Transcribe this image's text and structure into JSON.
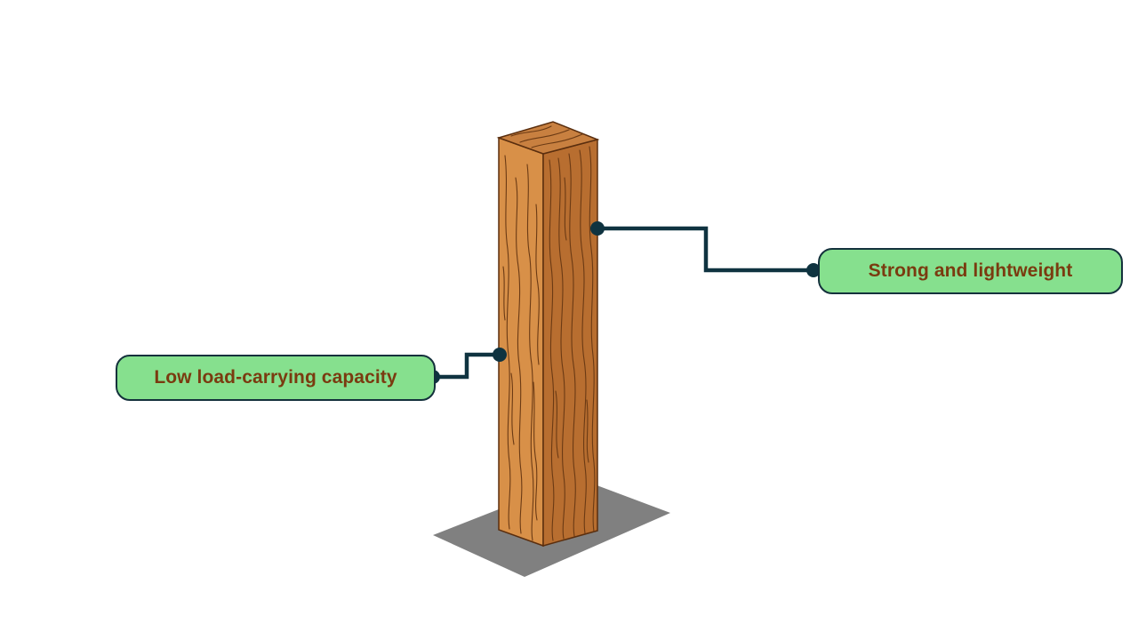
{
  "labels": {
    "right": "Strong and lightweight",
    "left": "Low load-carrying capacity"
  },
  "colors": {
    "callout_fill": "#86e08e",
    "callout_border": "#14313c",
    "callout_text": "#7a3b10",
    "connector": "#0f3340",
    "shadow": "#808080",
    "wood_front": "#d89048",
    "wood_side": "#b86e30",
    "wood_top": "#c88040",
    "wood_grain": "#6b3a14"
  },
  "icons": {
    "post": "wooden-post-illustration",
    "shadow": "ground-shadow"
  }
}
